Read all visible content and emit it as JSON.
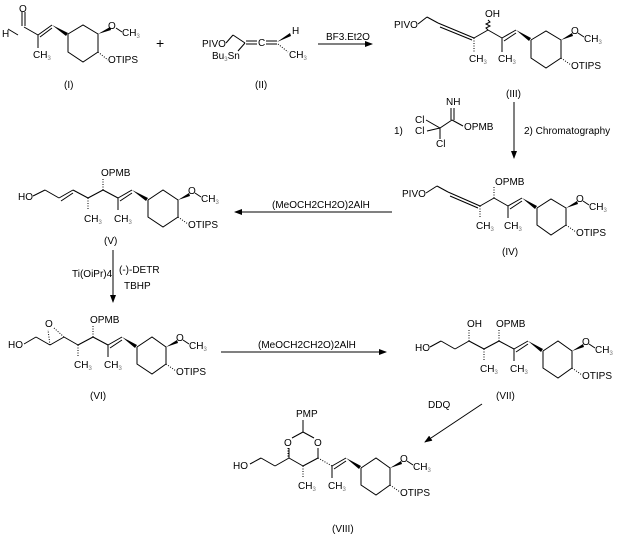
{
  "diagram": {
    "type": "reaction-scheme",
    "compounds": [
      {
        "id": "I",
        "label": "(I)"
      },
      {
        "id": "II",
        "label": "(II)"
      },
      {
        "id": "III",
        "label": "(III)"
      },
      {
        "id": "IV",
        "label": "(IV)"
      },
      {
        "id": "V",
        "label": "(V)"
      },
      {
        "id": "VI",
        "label": "(VI)"
      },
      {
        "id": "VII",
        "label": "(VII)"
      },
      {
        "id": "VIII",
        "label": "(VIII)"
      }
    ],
    "plus": "+",
    "reagents": {
      "bf3": "BF3.Et2O",
      "step_iii_iv_1_num": "1)",
      "step_iii_iv_1_reagent_nh": "NH",
      "step_iii_iv_1_reagent_opmb": "OPMB",
      "step_iii_iv_1_cl": "Cl",
      "step_iii_iv_2": "2) Chromatography",
      "red_al": "(MeOCH2CH2O)2AlH",
      "sharpless_ti": "Ti(OiPr)4",
      "sharpless_detr": "(-)-DETR",
      "sharpless_tbhp": "TBHP",
      "ddq": "DDQ"
    },
    "groups": {
      "pivo": "PIVO",
      "ho": "HO",
      "oh": "OH",
      "opmb": "OPMB",
      "otips": "OTIPS",
      "o": "O",
      "ch3": "CH",
      "ch3_sub": "3",
      "h": "H",
      "c": "C",
      "bu3sn": "Bu",
      "bu3sn_sub": "3",
      "sn": "Sn",
      "pmp": "PMP"
    }
  }
}
